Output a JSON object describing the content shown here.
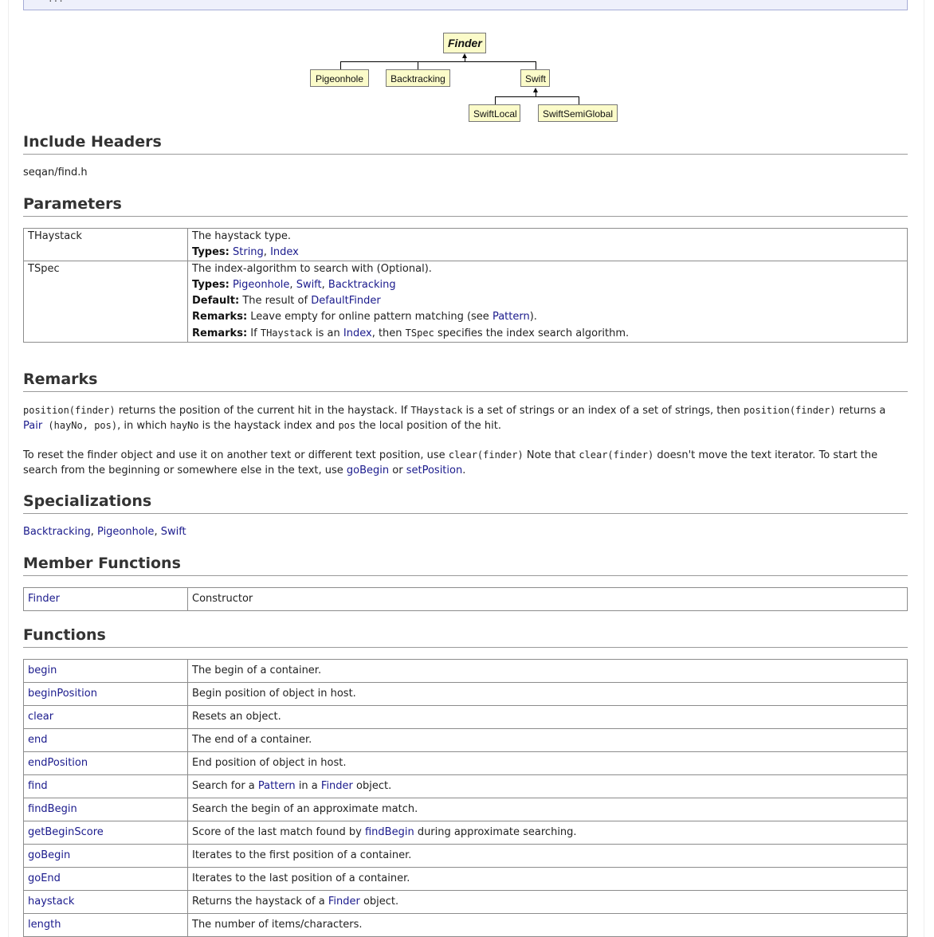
{
  "code_fragment": "...",
  "diagram": {
    "root": "Finder",
    "children": [
      "Pigeonhole",
      "Backtracking",
      "Swift"
    ],
    "swift_children": [
      "SwiftLocal",
      "SwiftSemiGlobal"
    ]
  },
  "include_headers": {
    "title": "Include Headers",
    "header": "seqan/find.h"
  },
  "parameters": {
    "title": "Parameters",
    "rows": [
      {
        "name": "THaystack",
        "desc": "The haystack type.",
        "types_label": "Types:",
        "types": [
          "String",
          "Index"
        ]
      },
      {
        "name": "TSpec",
        "desc": "The index-algorithm to search with (Optional).",
        "types_label": "Types:",
        "types": [
          "Pigeonhole",
          "Swift",
          "Backtracking"
        ],
        "default_label": "Default:",
        "default_text": "The result of",
        "default_link": "DefaultFinder",
        "remark1_label": "Remarks:",
        "remark1_text": "Leave empty for online pattern matching (see",
        "remark1_link": "Pattern",
        "remark1_end": ").",
        "remark2_label": "Remarks:",
        "remark2_a": "If",
        "remark2_code1": "THaystack",
        "remark2_b": "is an",
        "remark2_link": "Index",
        "remark2_c": ", then",
        "remark2_code2": "TSpec",
        "remark2_d": "specifies the index search algorithm."
      }
    ]
  },
  "remarks": {
    "title": "Remarks",
    "p1": {
      "code1": "position(finder)",
      "t1": " returns the position of the current hit in the haystack. If ",
      "code2": "THaystack",
      "t2": " is a set of strings or an index of a set of strings, then ",
      "code3": "position(finder)",
      "t3": " returns a",
      "link1": "Pair",
      "code4": " (hayNo, pos)",
      "t4": ", in which ",
      "code5": "hayNo",
      "t5": " is the haystack index and ",
      "code6": "pos",
      "t6": " the local position of the hit."
    },
    "p2": {
      "t1": "To reset the finder object and use it on another text or different text position, use ",
      "code1": "clear(finder)",
      "t2": " Note that ",
      "code2": "clear(finder)",
      "t3": " doesn't move the text iterator. To start the search from the beginning or somewhere else in the text, use ",
      "link1": "goBegin",
      "t4": " or ",
      "link2": "setPosition",
      "t5": "."
    }
  },
  "specializations": {
    "title": "Specializations",
    "items": [
      "Backtracking",
      "Pigeonhole",
      "Swift"
    ]
  },
  "member_functions": {
    "title": "Member Functions",
    "rows": [
      {
        "name": "Finder",
        "desc": "Constructor"
      }
    ]
  },
  "functions": {
    "title": "Functions",
    "rows": [
      {
        "name": "begin",
        "desc": "The begin of a container."
      },
      {
        "name": "beginPosition",
        "desc": "Begin position of object in host."
      },
      {
        "name": "clear",
        "desc": "Resets an object."
      },
      {
        "name": "end",
        "desc": "The end of a container."
      },
      {
        "name": "endPosition",
        "desc": "End position of object in host."
      },
      {
        "name": "find",
        "desc_a": "Search for a ",
        "desc_link1": "Pattern",
        "desc_b": " in a ",
        "desc_link2": "Finder",
        "desc_c": " object."
      },
      {
        "name": "findBegin",
        "desc": "Search the begin of an approximate match."
      },
      {
        "name": "getBeginScore",
        "desc_a": "Score of the last match found by ",
        "desc_link1": "findBegin",
        "desc_b": " during approximate searching."
      },
      {
        "name": "goBegin",
        "desc": "Iterates to the first position of a container."
      },
      {
        "name": "goEnd",
        "desc": "Iterates to the last position of a container."
      },
      {
        "name": "haystack",
        "desc_a": "Returns the haystack of a ",
        "desc_link1": "Finder",
        "desc_b": " object."
      },
      {
        "name": "length",
        "desc": "The number of items/characters."
      }
    ]
  }
}
